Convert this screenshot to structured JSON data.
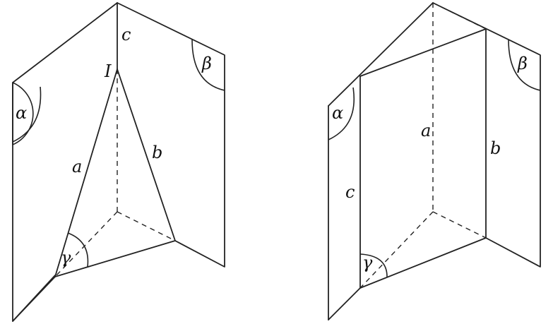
{
  "left_figure": {
    "labels": {
      "vertex": "I",
      "edge_a": "a",
      "edge_b": "b",
      "edge_c": "c",
      "angle_alpha": "α",
      "angle_beta": "β",
      "angle_gamma": "γ"
    }
  },
  "right_figure": {
    "labels": {
      "edge_a": "a",
      "edge_b": "b",
      "edge_c": "c",
      "angle_alpha": "α",
      "angle_beta": "β",
      "angle_gamma": "γ"
    }
  }
}
